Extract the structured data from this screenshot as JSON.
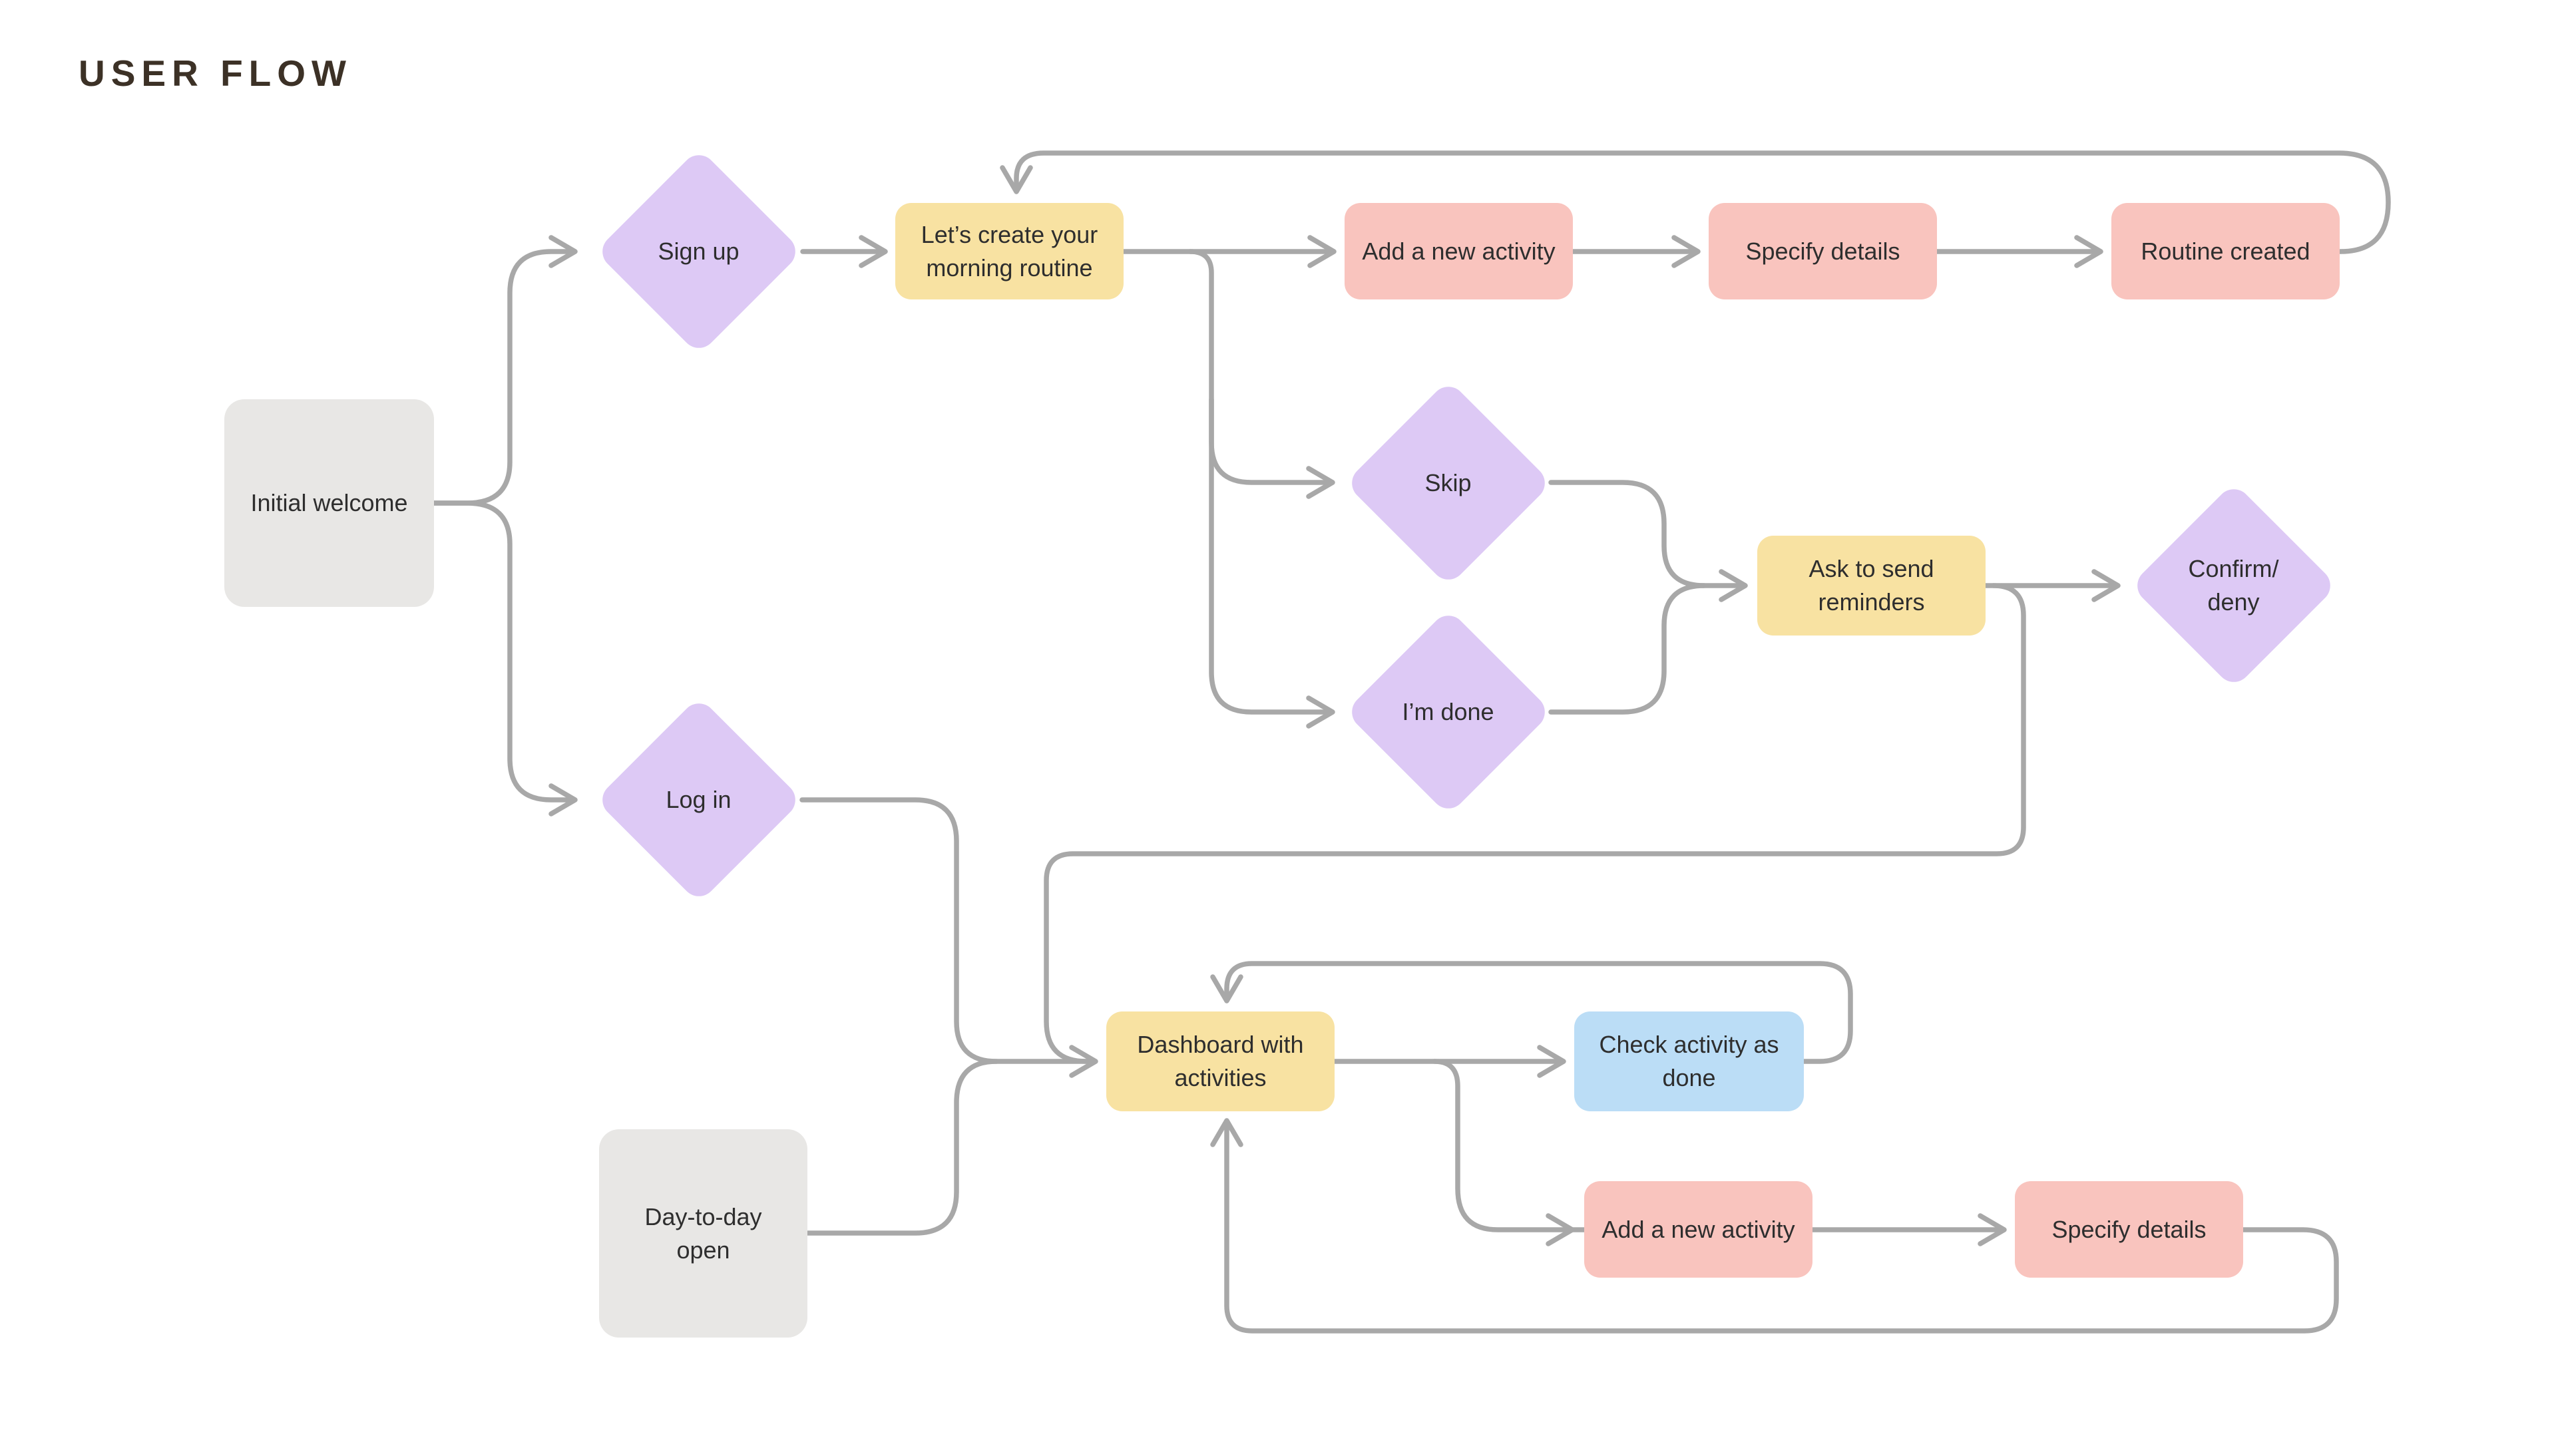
{
  "title": "USER FLOW",
  "colors": {
    "line": "#A8A8A8",
    "purple": "#DDC9F5",
    "yellow": "#F8E2A2",
    "pink": "#F9C4BE",
    "blue": "#BBDDF6",
    "gray": "#E8E7E5",
    "text": "#2E2E2E",
    "title": "#3C3126"
  },
  "nodes": {
    "initial_welcome": {
      "label": "Initial welcome",
      "shape": "square",
      "color": "gray"
    },
    "sign_up": {
      "label": "Sign up",
      "shape": "diamond",
      "color": "purple"
    },
    "log_in": {
      "label": "Log in",
      "shape": "diamond",
      "color": "purple"
    },
    "lets_create": {
      "label": "Let’s create your\nmorning routine",
      "shape": "rect",
      "color": "yellow"
    },
    "add_activity_1": {
      "label": "Add a new activity",
      "shape": "rect",
      "color": "pink"
    },
    "specify_details_1": {
      "label": "Specify details",
      "shape": "rect",
      "color": "pink"
    },
    "routine_created": {
      "label": "Routine created",
      "shape": "rect",
      "color": "pink"
    },
    "skip": {
      "label": "Skip",
      "shape": "diamond",
      "color": "purple"
    },
    "im_done": {
      "label": "I’m done",
      "shape": "diamond",
      "color": "purple"
    },
    "ask_reminders": {
      "label": "Ask to send\nreminders",
      "shape": "rect",
      "color": "yellow"
    },
    "confirm_deny": {
      "label": "Confirm/\ndeny",
      "shape": "diamond",
      "color": "purple"
    },
    "dashboard": {
      "label": "Dashboard with\nactivities",
      "shape": "rect",
      "color": "yellow"
    },
    "check_activity": {
      "label": "Check activity as\ndone",
      "shape": "rect",
      "color": "blue"
    },
    "day_to_day": {
      "label": "Day-to-day\nopen",
      "shape": "square",
      "color": "gray"
    },
    "add_activity_2": {
      "label": "Add a new activity",
      "shape": "rect",
      "color": "pink"
    },
    "specify_details_2": {
      "label": "Specify details",
      "shape": "rect",
      "color": "pink"
    }
  },
  "edges": [
    {
      "from": "initial_welcome",
      "to": "sign_up"
    },
    {
      "from": "initial_welcome",
      "to": "log_in"
    },
    {
      "from": "sign_up",
      "to": "lets_create"
    },
    {
      "from": "lets_create",
      "to": "add_activity_1"
    },
    {
      "from": "lets_create",
      "to": "skip"
    },
    {
      "from": "lets_create",
      "to": "im_done"
    },
    {
      "from": "add_activity_1",
      "to": "specify_details_1"
    },
    {
      "from": "specify_details_1",
      "to": "routine_created"
    },
    {
      "from": "routine_created",
      "to": "lets_create"
    },
    {
      "from": "skip",
      "to": "ask_reminders"
    },
    {
      "from": "im_done",
      "to": "ask_reminders"
    },
    {
      "from": "ask_reminders",
      "to": "confirm_deny"
    },
    {
      "from": "confirm_deny",
      "to": "dashboard"
    },
    {
      "from": "log_in",
      "to": "dashboard"
    },
    {
      "from": "day_to_day",
      "to": "dashboard"
    },
    {
      "from": "dashboard",
      "to": "check_activity"
    },
    {
      "from": "check_activity",
      "to": "dashboard"
    },
    {
      "from": "dashboard",
      "to": "add_activity_2"
    },
    {
      "from": "add_activity_2",
      "to": "specify_details_2"
    },
    {
      "from": "specify_details_2",
      "to": "dashboard"
    }
  ]
}
